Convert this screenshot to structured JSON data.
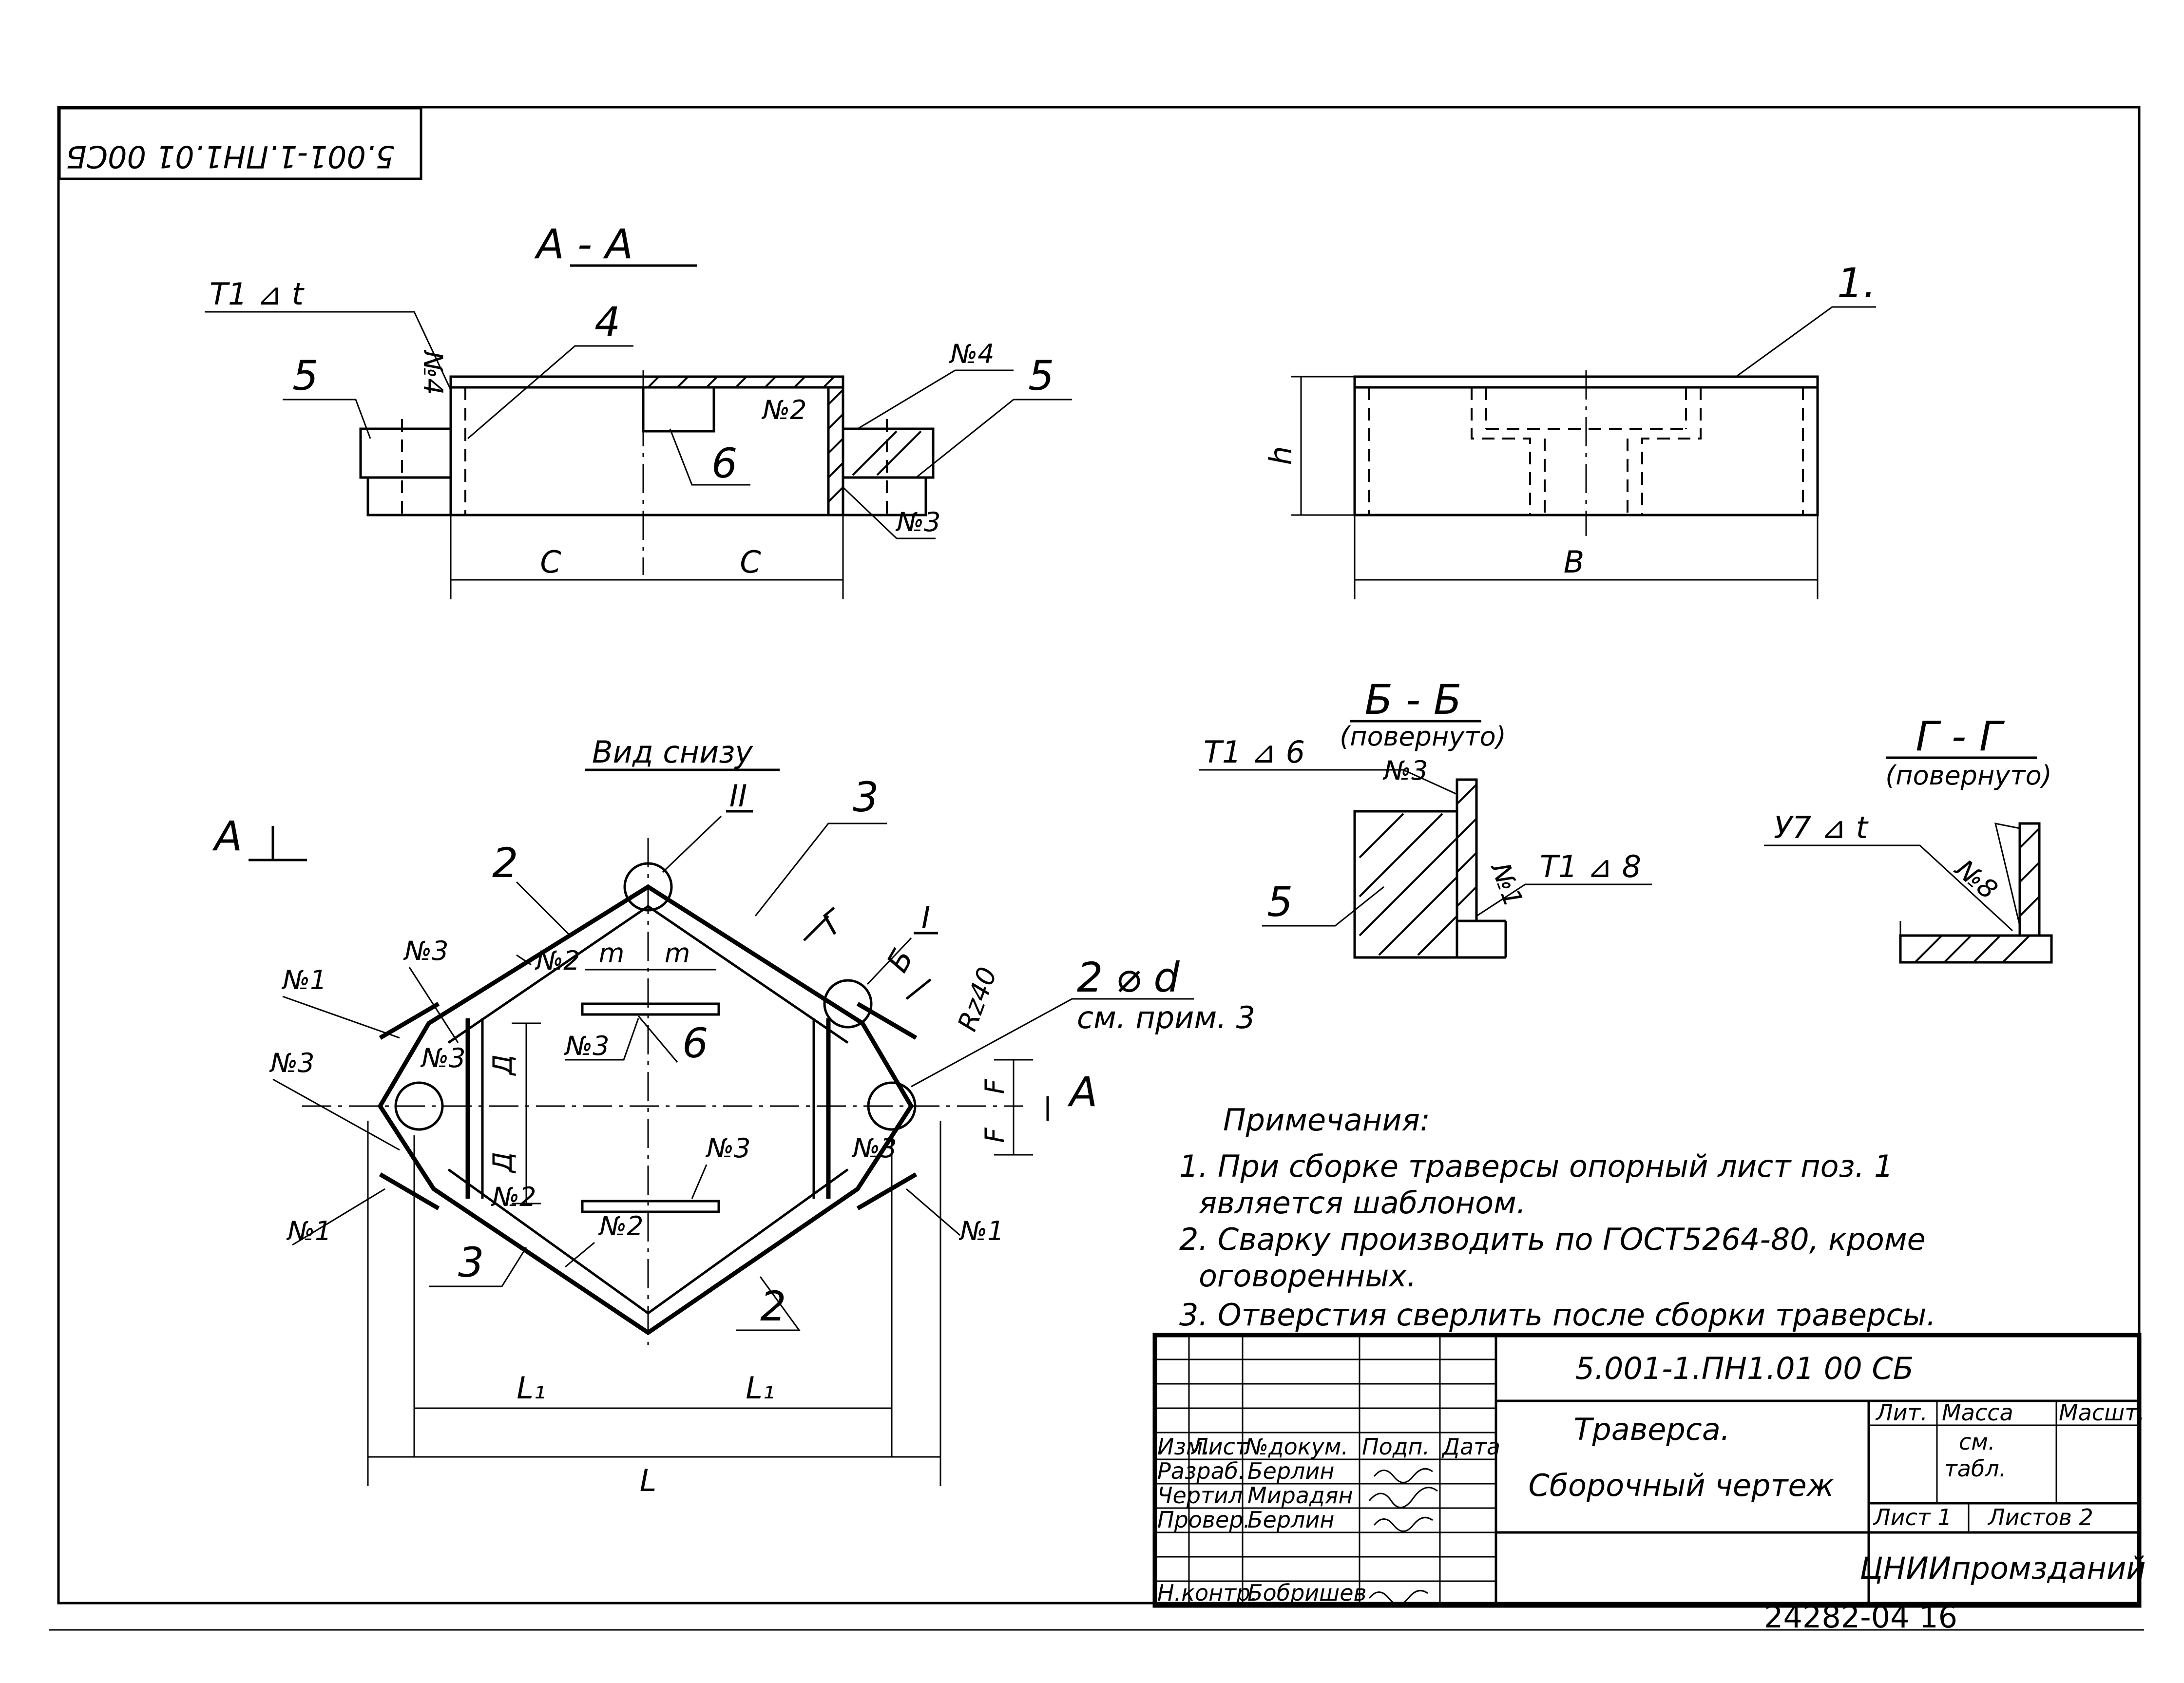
{
  "stamp": "5.001-1.ПН1.01 00СБ",
  "views": {
    "section_aa": {
      "title": "А - А",
      "labels": {
        "weld_left": "Т1 ⊿ t",
        "no4_left": "№4",
        "pos4": "4",
        "pos5_left": "5",
        "no4_right": "№4",
        "pos5_right": "5",
        "no2": "№2",
        "pos6": "6",
        "no3": "№3",
        "dim_c1": "С",
        "dim_c2": "С"
      }
    },
    "side_view": {
      "labels": {
        "pos1": "1.",
        "dim_h": "h",
        "dim_b": "В"
      }
    },
    "bottom_view": {
      "title": "Вид снизу",
      "labels": {
        "arrow_a_left": "А",
        "arrow_a_right": "А",
        "node_ii": "II",
        "node_i": "I",
        "pos2_top": "2",
        "pos3_top": "3",
        "pos3_bottom": "3",
        "pos2_bottom": "2",
        "no1_tl": "№1",
        "no3_tl": "№3",
        "no3_left": "№3",
        "no3_inner": "№3",
        "no2_inner": "№2",
        "dim_m1": "m",
        "dim_m2": "m",
        "no3_plate": "№3",
        "pos6": "6",
        "holes": "2 ⌀ d",
        "holes_note": "см. прим. 3",
        "roughness": "Rz40",
        "dim_d1": "Д",
        "dim_d2": "Д",
        "dim_f1": "F",
        "dim_f2": "F",
        "no3_mid": "№3",
        "no2_low": "№2",
        "no2_bottom": "№2",
        "no3_right": "№3",
        "no1_bl": "№1",
        "no1_br": "№1",
        "sec_g": "Г",
        "sec_b": "Б",
        "dim_l1a": "L₁",
        "dim_l1b": "L₁",
        "dim_l": "L"
      }
    },
    "section_bb": {
      "title": "Б - Б",
      "subtitle": "(повернуто)",
      "labels": {
        "weld1": "Т1 ⊿ 6",
        "no3": "№3",
        "no1": "№1",
        "weld2": "Т1 ⊿ 8",
        "pos5": "5"
      }
    },
    "section_gg": {
      "title": "Г - Г",
      "subtitle": "(повернуто)",
      "labels": {
        "weld": "У7 ⊿ t",
        "no8": "№8"
      }
    }
  },
  "notes": {
    "heading": "Примечания:",
    "lines": [
      "1. При сборке траверсы опорный лист поз. 1",
      "является шаблоном.",
      "2. Сварку производить по ГОСТ5264-80, кроме",
      "оговоренных.",
      "3. Отверстия сверлить после сборки траверсы."
    ]
  },
  "title_block": {
    "designation": "5.001-1.ПН1.01 00 СБ",
    "name_line1": "Траверса.",
    "name_line2": "Сборочный чертеж",
    "col_headers": [
      "Изм.",
      "Лист",
      "№докум.",
      "Подп.",
      "Дата"
    ],
    "roles": [
      {
        "role": "Разраб.",
        "name": "Берлин"
      },
      {
        "role": "Чертил",
        "name": "Мирадян"
      },
      {
        "role": "Провер.",
        "name": "Берлин"
      },
      {
        "role": "Н.контр.",
        "name": "Бобришев"
      }
    ],
    "lit_header": "Лит.",
    "mass_header": "Масса",
    "scale_header": "Масшт.",
    "mass_value_1": "см.",
    "mass_value_2": "табл.",
    "sheet": "Лист 1",
    "sheets": "Листов 2",
    "org": "ЦНИИпромзданий"
  },
  "footer_number": "24282-04 16"
}
